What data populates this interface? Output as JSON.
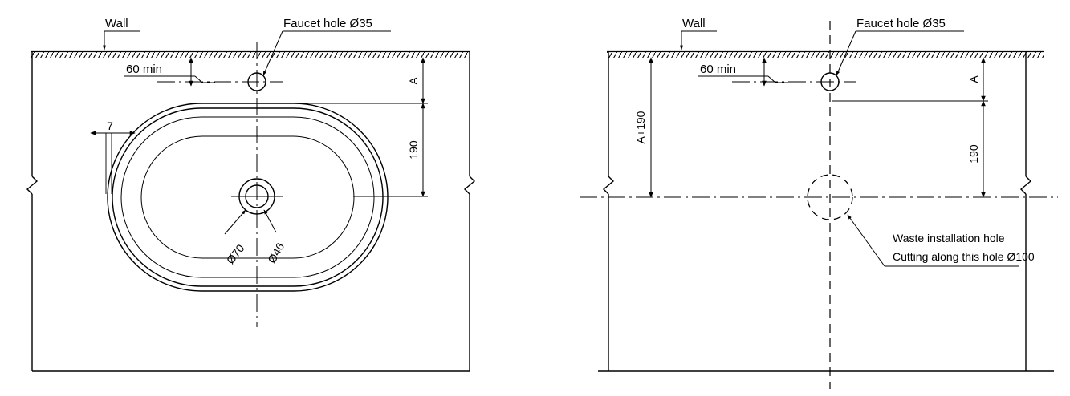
{
  "drawing": {
    "type": "engineering-drawing",
    "description": "Two-view countertop cutout installation drawing for an oval drop-in washbasin",
    "units": "mm",
    "line_color": "#000000",
    "background": "#ffffff",
    "views": [
      {
        "id": "left-view",
        "name": "basin-plan-view",
        "labels": {
          "wall": "Wall",
          "faucet_hole": "Faucet hole Ø35",
          "min_distance": "60 min",
          "rim_width": "7",
          "depth_a": "A",
          "depth_190": "190",
          "drain_outer": "Ø70",
          "drain_inner": "Ø46"
        }
      },
      {
        "id": "right-view",
        "name": "countertop-cutout-view",
        "labels": {
          "wall": "Wall",
          "faucet_hole": "Faucet hole Ø35",
          "min_distance": "60 min",
          "depth_a": "A",
          "depth_190": "190",
          "total_depth": "A+190",
          "waste_line1": "Waste installation hole",
          "waste_line2": "Cutting along this hole Ø100"
        }
      }
    ]
  },
  "dimensions": {
    "faucet_hole_diameter": 35,
    "min_wall_to_faucet_centerline": 60,
    "rim_width": 7,
    "drain_outer_diameter": 70,
    "drain_inner_diameter": 46,
    "waste_hole_diameter": 100,
    "centerline_to_drain": 190,
    "wall_to_faucet_centerline": "A",
    "wall_to_drain_centerline": "A+190"
  }
}
